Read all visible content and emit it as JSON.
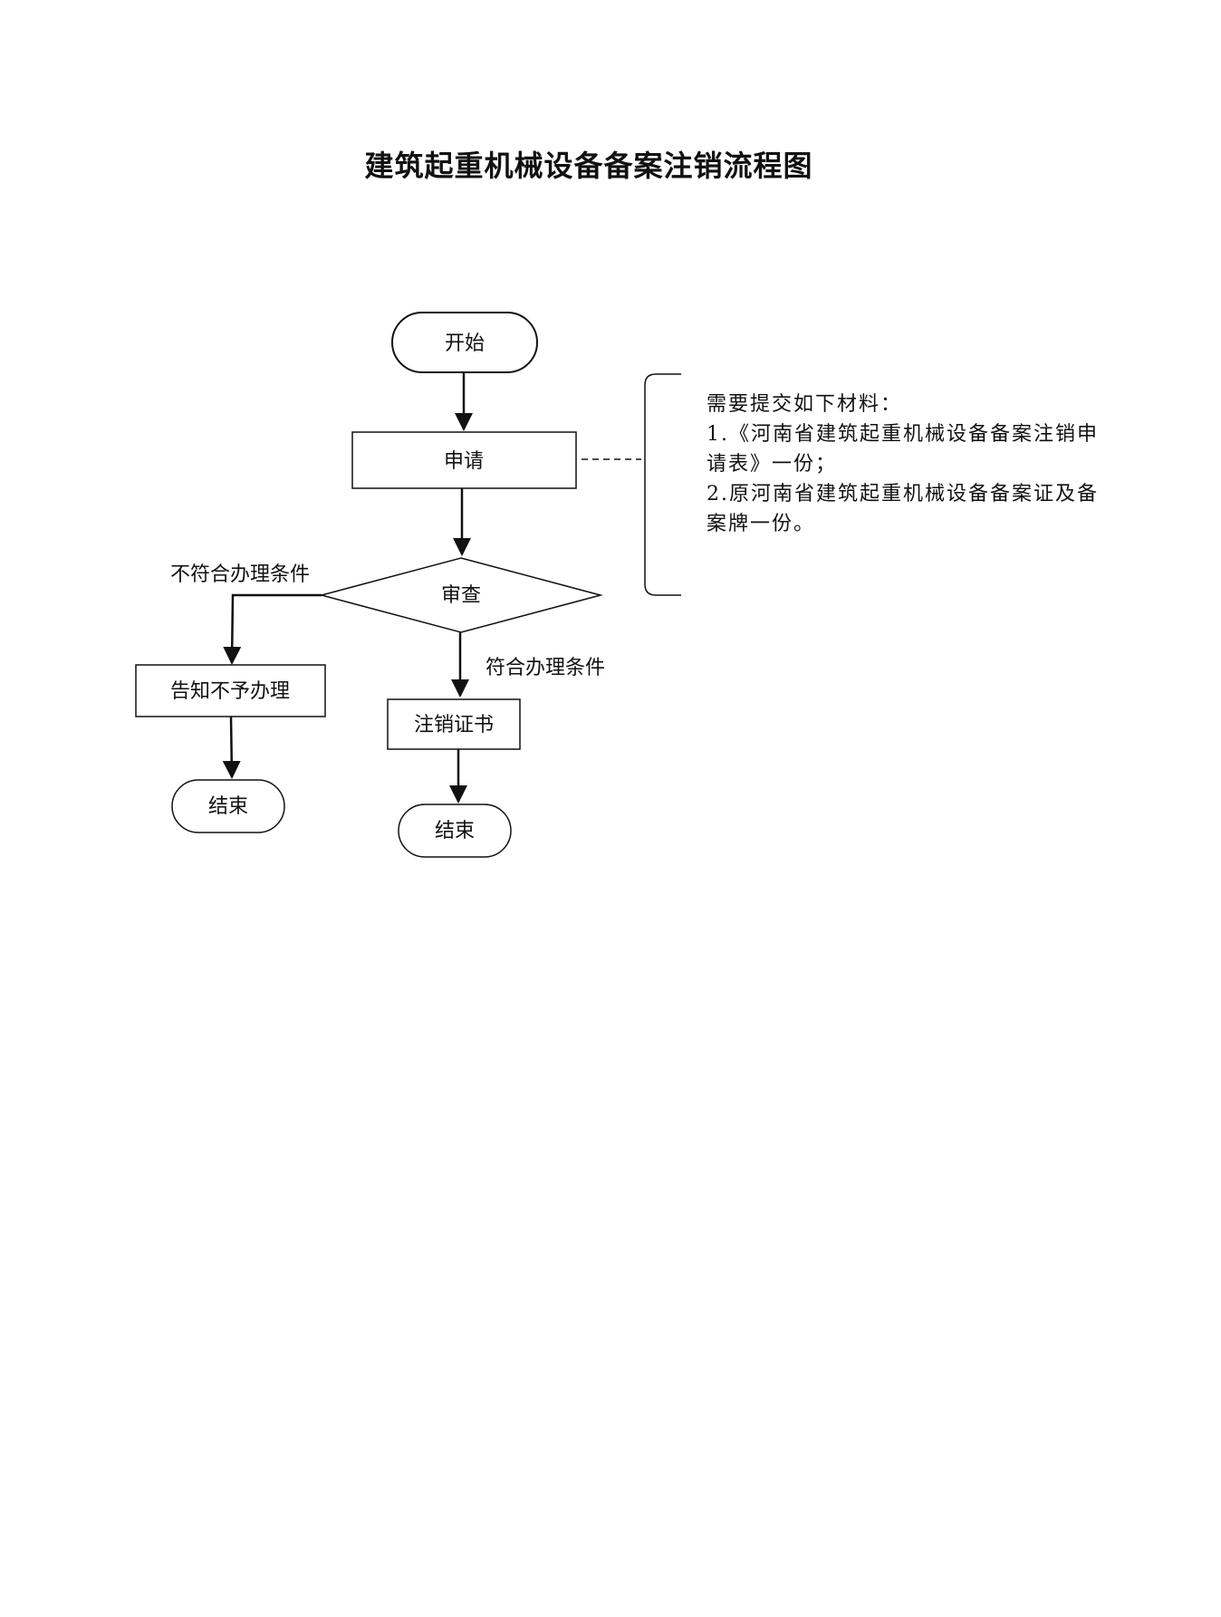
{
  "title": "建筑起重机械设备备案注销流程图",
  "nodes": {
    "start": "开始",
    "apply": "申请",
    "review": "审查",
    "notify_refuse": "告知不予办理",
    "cancel_cert": "注销证书",
    "end_left": "结束",
    "end_right": "结束"
  },
  "edges": {
    "not_qualified": "不符合办理条件",
    "qualified": "符合办理条件"
  },
  "materials": {
    "heading": "需要提交如下材料：",
    "item1_line1": "1.《河南省建筑起重机械设备备案注销申",
    "item1_line2": "请表》一份；",
    "item2_line1": "2.原河南省建筑起重机械设备备案证及备",
    "item2_line2": "案牌一份。"
  }
}
